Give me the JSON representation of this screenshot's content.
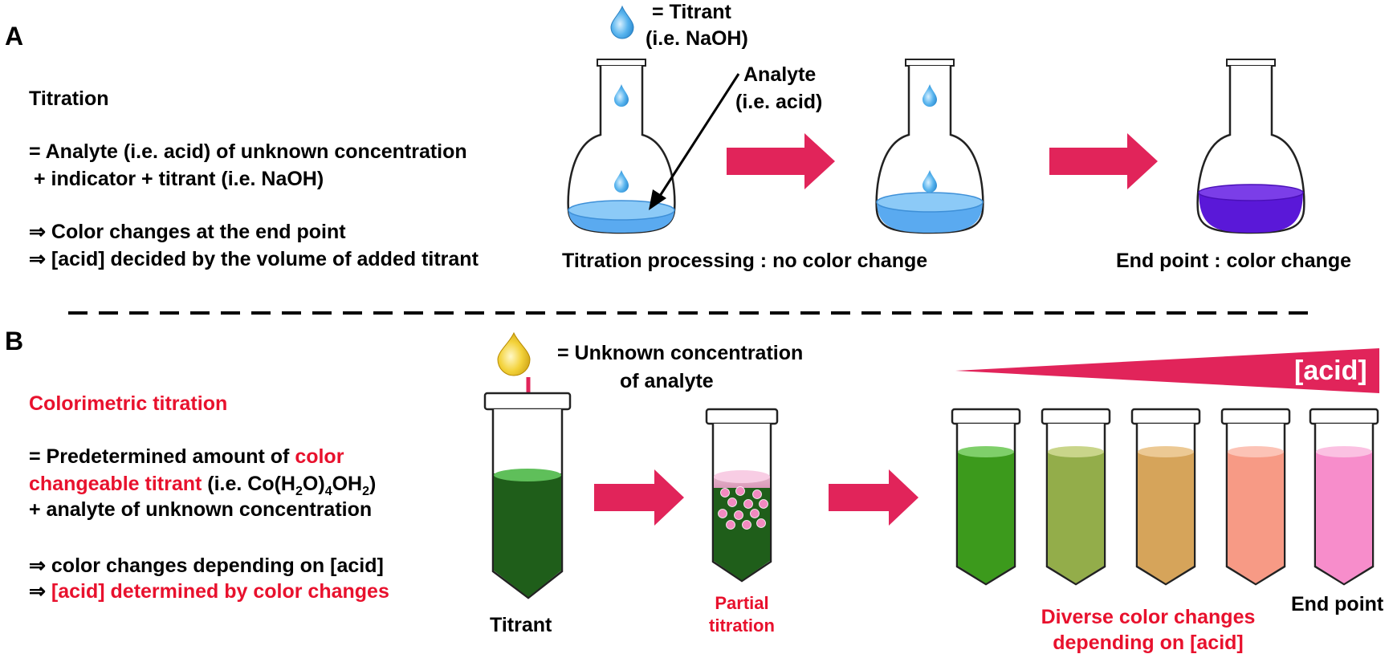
{
  "panelA": {
    "label": "A",
    "heading": "Titration",
    "def_line1": "= Analyte (i.e. acid) of unknown concentration",
    "def_line2": "+ indicator + titrant (i.e. NaOH)",
    "result_line1": "⇒ Color changes at the end point",
    "result_line2": "⇒ [acid] decided by the volume of added titrant",
    "legend_titrant": "= Titrant",
    "legend_titrant_example": "(i.e. NaOH)",
    "analyte_label": "Analyte",
    "analyte_example": "(i.e. acid)",
    "caption_processing": "Titration processing : no color change",
    "caption_endpoint": "End point : color change"
  },
  "panelB": {
    "label": "B",
    "heading": "Colorimetric titration",
    "def_prefix": "= Predetermined amount of ",
    "def_red1": "color",
    "def_red2": "changeable titrant",
    "def_example_prefix": " (i.e. Co(H",
    "def_sub1": "2",
    "def_example_mid": "O)",
    "def_sub2": "4",
    "def_example_tail": "OH",
    "def_sub3": "2",
    "def_example_close": ")",
    "def_line3": "+ analyte of unknown concentration",
    "result_line1": "⇒ color changes depending on [acid]",
    "result_arrow": "⇒ ",
    "result_line2_red": "[acid] determined by color changes",
    "legend_unknown_line1": "= Unknown concentration",
    "legend_unknown_line2": "of analyte",
    "caption_titrant": "Titrant",
    "caption_partial_line1": "Partial",
    "caption_partial_line2": "titration",
    "acid_wedge_label": "[acid]",
    "caption_diverse_line1": "Diverse color changes",
    "caption_diverse_line2": "depending on [acid]",
    "caption_endpoint": "End point"
  },
  "colors": {
    "accent_red": "#e8112d",
    "arrow_pink": "#e1245a",
    "blue_liquid": "#5aaaf0",
    "purple_liquid": "#5a18d8",
    "dark_green": "#1f5e1a",
    "tube_colors": [
      "#3c9a1c",
      "#93ad4a",
      "#d6a45a",
      "#f79a85",
      "#f78dcb"
    ]
  },
  "icons": {
    "titrant_drop": "blue-drop-icon",
    "analyte_drop": "yellow-drop-icon"
  }
}
